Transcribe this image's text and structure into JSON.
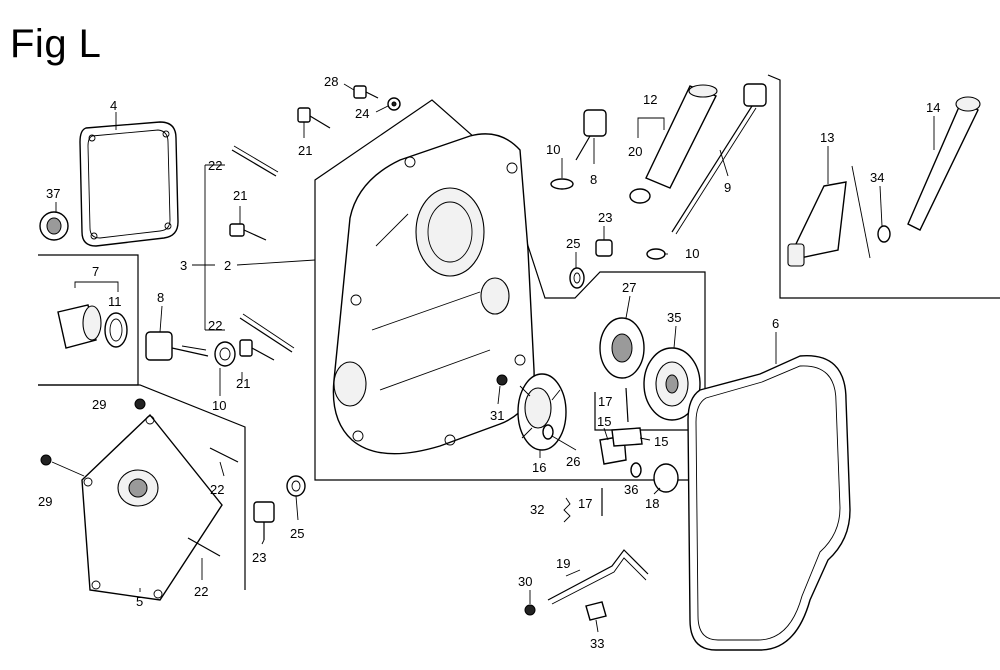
{
  "figure": {
    "title": "Fig L"
  },
  "callouts": {
    "c2": "2",
    "c3": "3",
    "c4": "4",
    "c5": "5",
    "c6": "6",
    "c7": "7",
    "c8a": "8",
    "c8b": "8",
    "c9": "9",
    "c10a": "10",
    "c10b": "10",
    "c10c": "10",
    "c11": "11",
    "c12": "12",
    "c13": "13",
    "c14": "14",
    "c15a": "15",
    "c15b": "15",
    "c16": "16",
    "c17a": "17",
    "c17b": "17",
    "c18": "18",
    "c19": "19",
    "c20": "20",
    "c21a": "21",
    "c21b": "21",
    "c21c": "21",
    "c22a": "22",
    "c22b": "22",
    "c22c": "22",
    "c22d": "22",
    "c23a": "23",
    "c23b": "23",
    "c24": "24",
    "c25a": "25",
    "c25b": "25",
    "c26": "26",
    "c27": "27",
    "c28": "28",
    "c29a": "29",
    "c29b": "29",
    "c30": "30",
    "c31": "31",
    "c32": "32",
    "c33": "33",
    "c34": "34",
    "c35": "35",
    "c36": "36",
    "c37": "37"
  }
}
